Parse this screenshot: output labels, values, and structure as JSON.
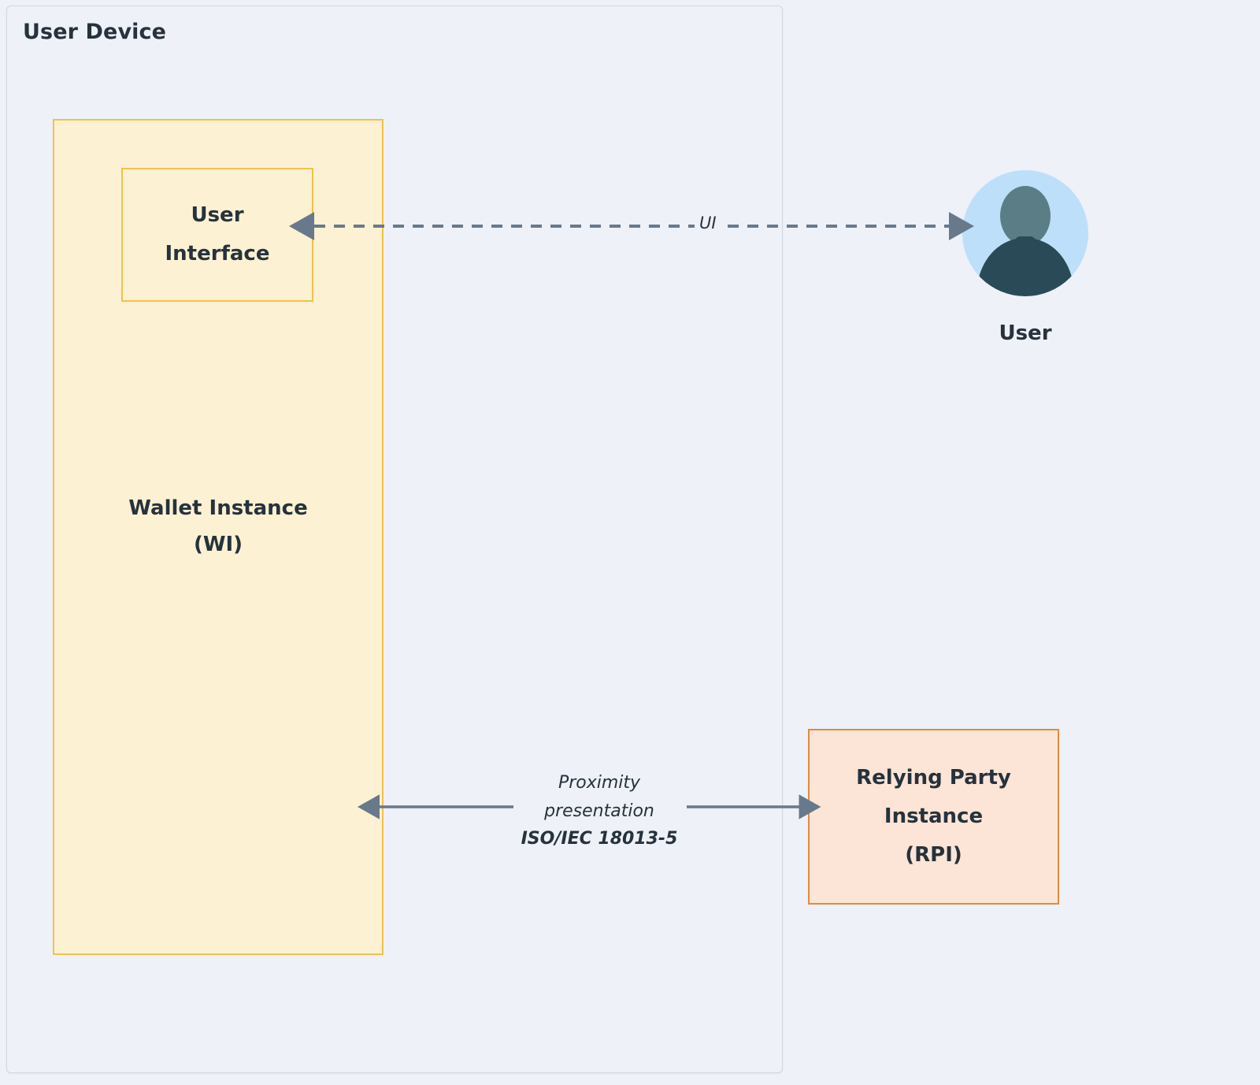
{
  "diagram": {
    "title": "User Device",
    "background_color": "#eef1f7",
    "containers": {
      "user_device": {
        "label": "User Device",
        "border_color": "#d2d7e0",
        "fill_color": "#eef1f7"
      },
      "wallet_instance": {
        "label_line1": "Wallet Instance",
        "label_line2": "(WI)",
        "border_color": "#f2c14a",
        "fill_color": "#fdf1d3"
      },
      "user_interface": {
        "label_line1": "User",
        "label_line2": "Interface",
        "border_color": "#f2c14a",
        "fill_color": "#fdf1d3"
      },
      "relying_party_instance": {
        "label_line1": "Relying Party",
        "label_line2": "Instance",
        "label_line3": "(RPI)",
        "border_color": "#e08b43",
        "fill_color": "#fce5d6"
      }
    },
    "actors": {
      "user": {
        "label": "User",
        "icon": "user-avatar-icon",
        "circle_color": "#bedffa",
        "head_color": "#5b7d86",
        "body_color": "#2b4a57"
      }
    },
    "edges": [
      {
        "id": "ui-edge",
        "label": "UI",
        "style": "dashed",
        "direction": "bidirectional",
        "from": "User Interface",
        "to": "User",
        "color": "#68798c"
      },
      {
        "id": "proximity-edge",
        "label_line1": "Proximity",
        "label_line2": "presentation",
        "label_line3": "ISO/IEC 18013-5",
        "style": "solid",
        "direction": "bidirectional",
        "from": "Wallet Instance (WI)",
        "to": "Relying Party Instance (RPI)",
        "color": "#68798c"
      }
    ]
  }
}
